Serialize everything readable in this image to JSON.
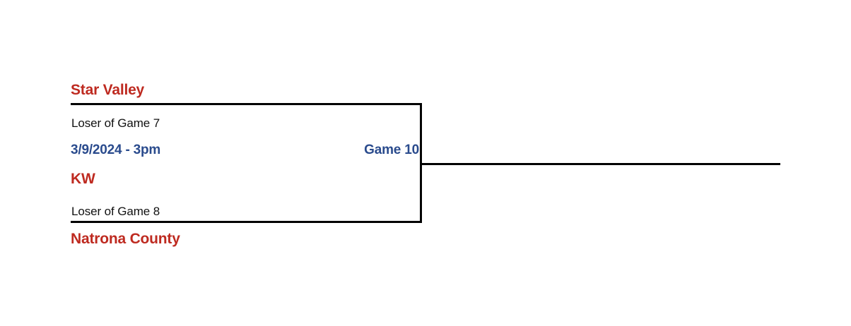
{
  "bracket": {
    "match": {
      "game_label": "Game 10",
      "schedule": "3/9/2024 - 3pm",
      "top_slot": {
        "team": "Star Valley",
        "source": "Loser of Game 7"
      },
      "bottom_slot": {
        "team": "KW",
        "source": "Loser of Game 8"
      },
      "advance_slot": {
        "team": "Natrona County"
      }
    },
    "colors": {
      "team": "#be2a20",
      "accent": "#2a4b8d",
      "line": "#000000"
    }
  }
}
